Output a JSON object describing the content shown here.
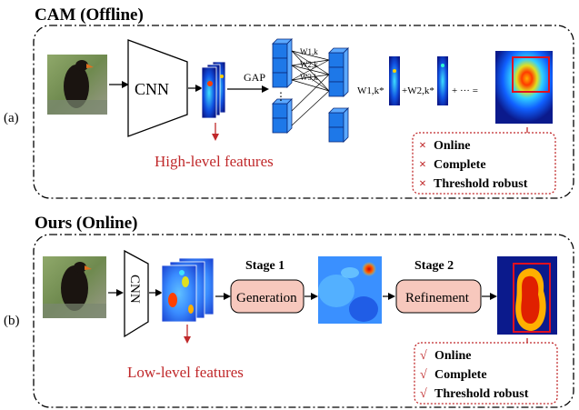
{
  "panel_a": {
    "title": "CAM (Offline)",
    "label": "(a)",
    "cnn_label": "CNN",
    "gap_label": "GAP",
    "weights": [
      "W1,k",
      "W2,k",
      "W3,k"
    ],
    "formula": {
      "term1": "W1,k*",
      "term2": "+W2,k*",
      "tail": "+ ··· ="
    },
    "features_label": "High-level features",
    "properties": [
      {
        "mark": "×",
        "text": "Online"
      },
      {
        "mark": "×",
        "text": "Complete"
      },
      {
        "mark": "×",
        "text": "Threshold robust"
      }
    ]
  },
  "panel_b": {
    "title": "Ours (Online)",
    "label": "(b)",
    "cnn_label": "CNN",
    "stage1_label": "Stage 1",
    "stage1_box": "Generation",
    "stage2_label": "Stage 2",
    "stage2_box": "Refinement",
    "features_label": "Low-level features",
    "properties": [
      {
        "mark": "√",
        "text": "Online"
      },
      {
        "mark": "√",
        "text": "Complete"
      },
      {
        "mark": "√",
        "text": "Threshold robust"
      }
    ]
  },
  "colors": {
    "accent_red": "#c0282a",
    "box_fill": "#f7c8bd",
    "cube_blue": "#1e78e8",
    "heat_dark": "#0b1a8c"
  }
}
